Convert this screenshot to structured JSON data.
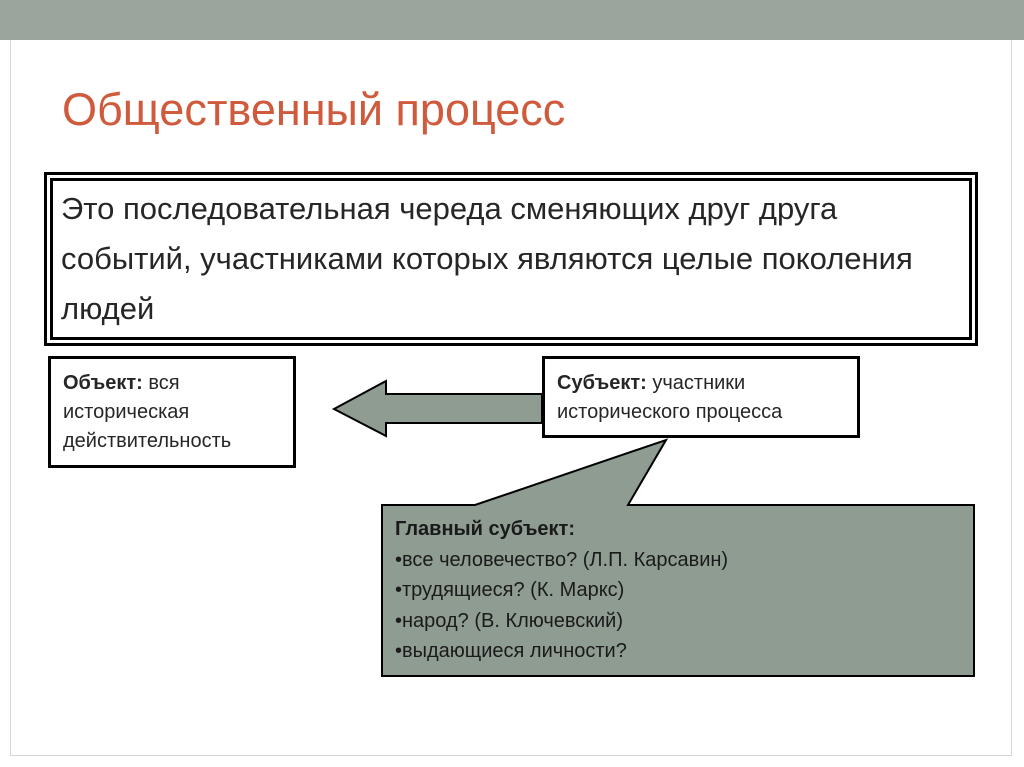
{
  "slide": {
    "title": "Общественный процесс",
    "definition": "Это последовательная череда сменяющих друг друга событий, участниками которых являются целые поколения людей"
  },
  "object_box": {
    "label": "Объект:",
    "text": " вся историческая действительность"
  },
  "subject_box": {
    "label": "Субъект:",
    "text": " участники исторического процесса"
  },
  "callout": {
    "heading": "Главный субъект:",
    "items": [
      "•все человечество? (Л.П. Карсавин)",
      "•трудящиеся? (К. Маркс)",
      "•народ? (В. Ключевский)",
      "•выдающиеся личности?"
    ]
  },
  "colors": {
    "top_bar": "#9aa69d",
    "title": "#d05a3c",
    "arrow_fill": "#8f9c92",
    "callout_fill": "#8f9c92"
  }
}
